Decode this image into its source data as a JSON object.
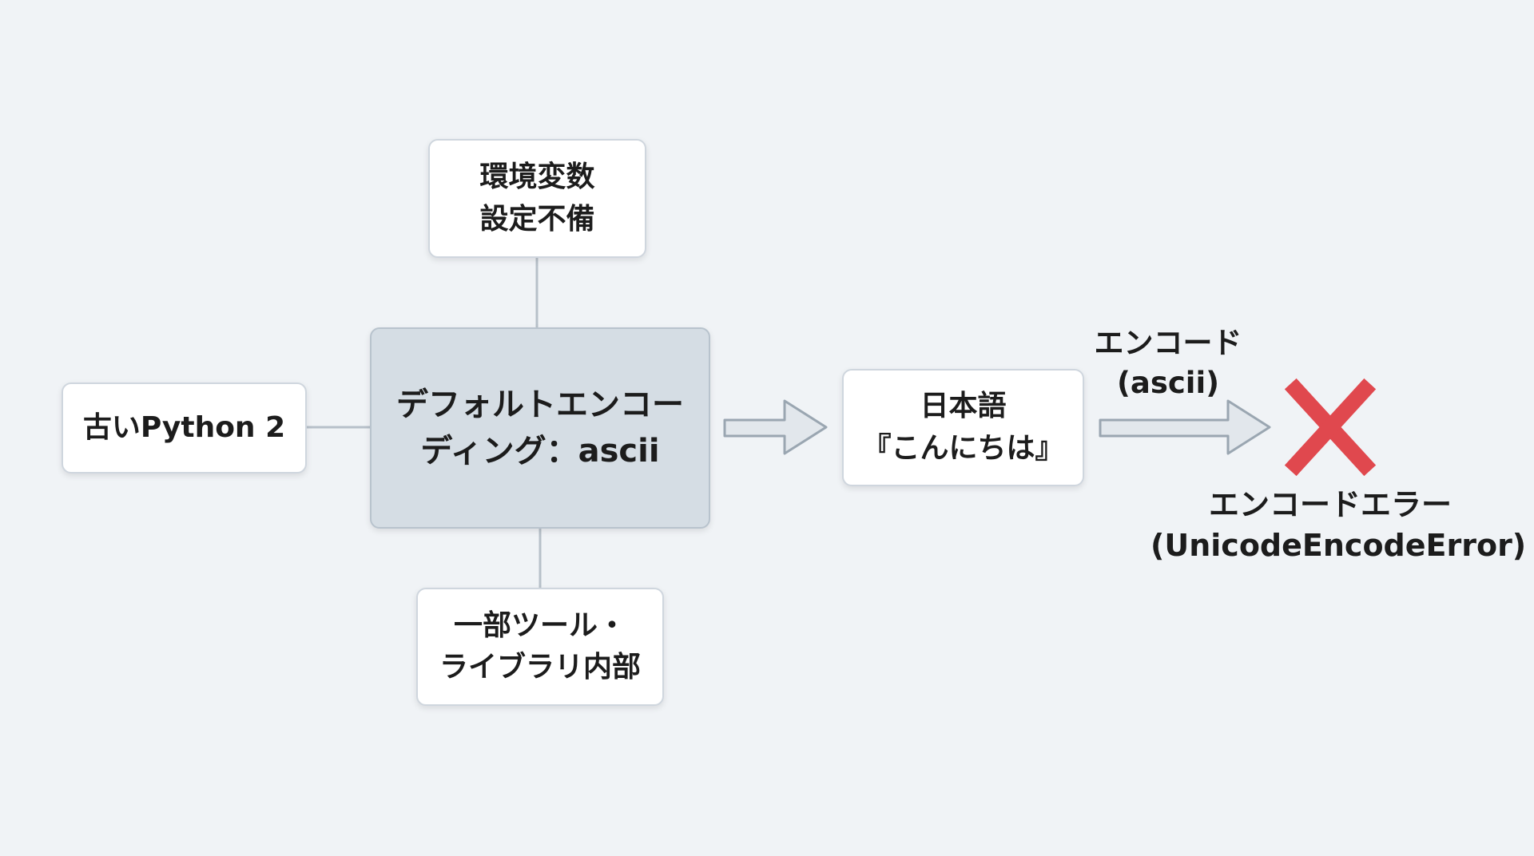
{
  "diagram": {
    "top_box": {
      "line1": "環境変数",
      "line2": "設定不備"
    },
    "left_box": {
      "label": "古いPython 2"
    },
    "center_box": {
      "line1": "デフォルトエンコー",
      "line2": "ディング：ascii"
    },
    "bottom_box": {
      "line1": "一部ツール・",
      "line2": "ライブラリ内部"
    },
    "data_box": {
      "line1": "日本語",
      "line2": "『こんにちは』"
    },
    "arrow_label": {
      "line1": "エンコード",
      "line2": "(ascii)"
    },
    "result": {
      "line1": "エンコードエラー",
      "line2": "(UnicodeEncodeError)"
    }
  },
  "colors": {
    "background": "#f0f3f6",
    "box_fill": "#ffffff",
    "box_border": "#cfd6de",
    "central_fill": "#d5dde4",
    "arrow_fill": "#e2e7ec",
    "arrow_stroke": "#9aa6b1",
    "connector": "#b7c0c9",
    "error_mark": "#e0484e"
  }
}
